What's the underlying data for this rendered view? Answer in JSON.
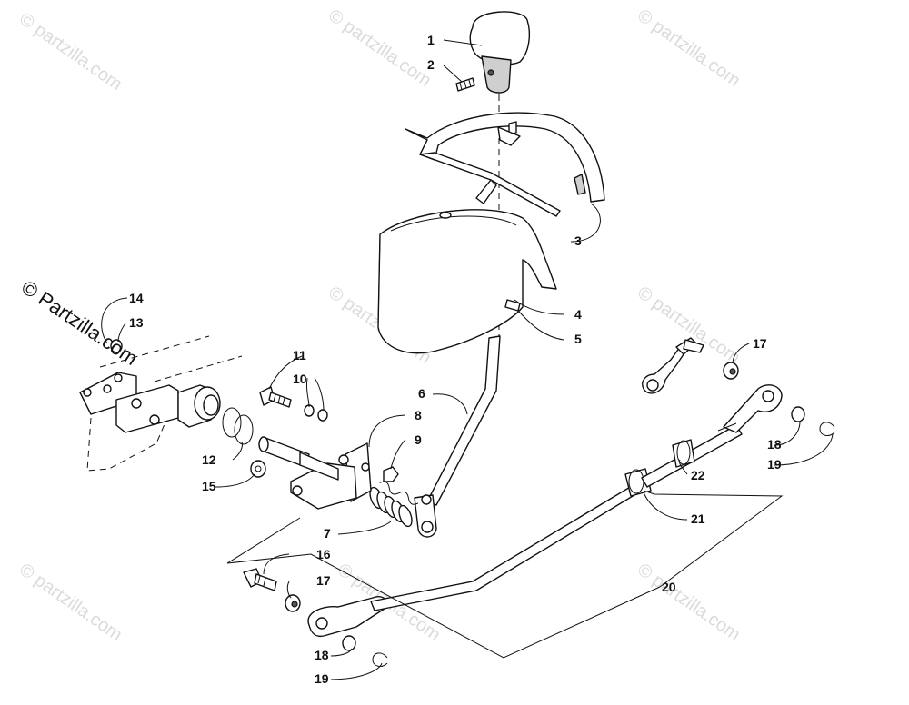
{
  "watermark": {
    "brand_text": "© Partzilla.com",
    "repeat_text": "© partzilla.com"
  },
  "callouts": {
    "c1": "1",
    "c2": "2",
    "c3": "3",
    "c4": "4",
    "c5": "5",
    "c6": "6",
    "c7": "7",
    "c8": "8",
    "c9": "9",
    "c10": "10",
    "c11": "11",
    "c12": "12",
    "c13": "13",
    "c14": "14",
    "c15": "15",
    "c16": "16",
    "c17a": "17",
    "c17b": "17",
    "c18a": "18",
    "c18b": "18",
    "c19a": "19",
    "c19b": "19",
    "c20": "20",
    "c21": "21",
    "c22": "22"
  }
}
